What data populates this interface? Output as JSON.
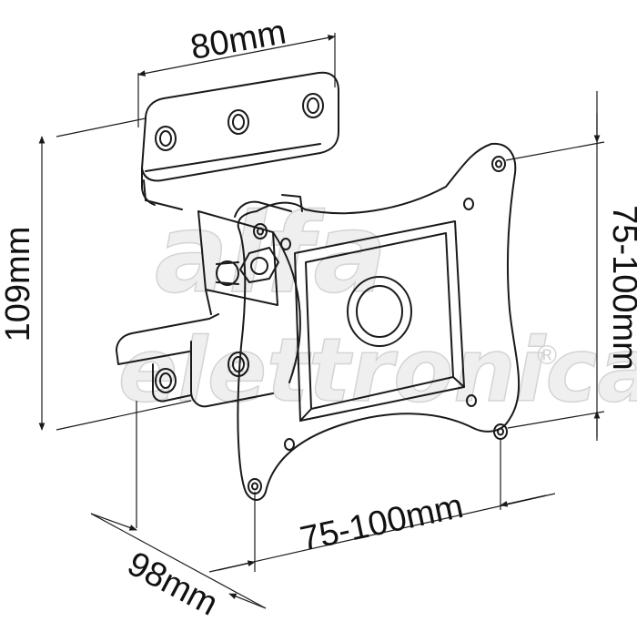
{
  "dimensions": {
    "top_width": "80mm",
    "height": "109mm",
    "vesa_vertical": "75-100mm",
    "vesa_horizontal": "75-100mm",
    "depth": "98mm"
  },
  "watermark": {
    "brand_line1": "alfa",
    "brand_line2": "elettronica",
    "registered_mark": "®"
  },
  "colors": {
    "line": "#1a1a1a",
    "watermark": "#e4e4e4",
    "background": "#ffffff"
  }
}
